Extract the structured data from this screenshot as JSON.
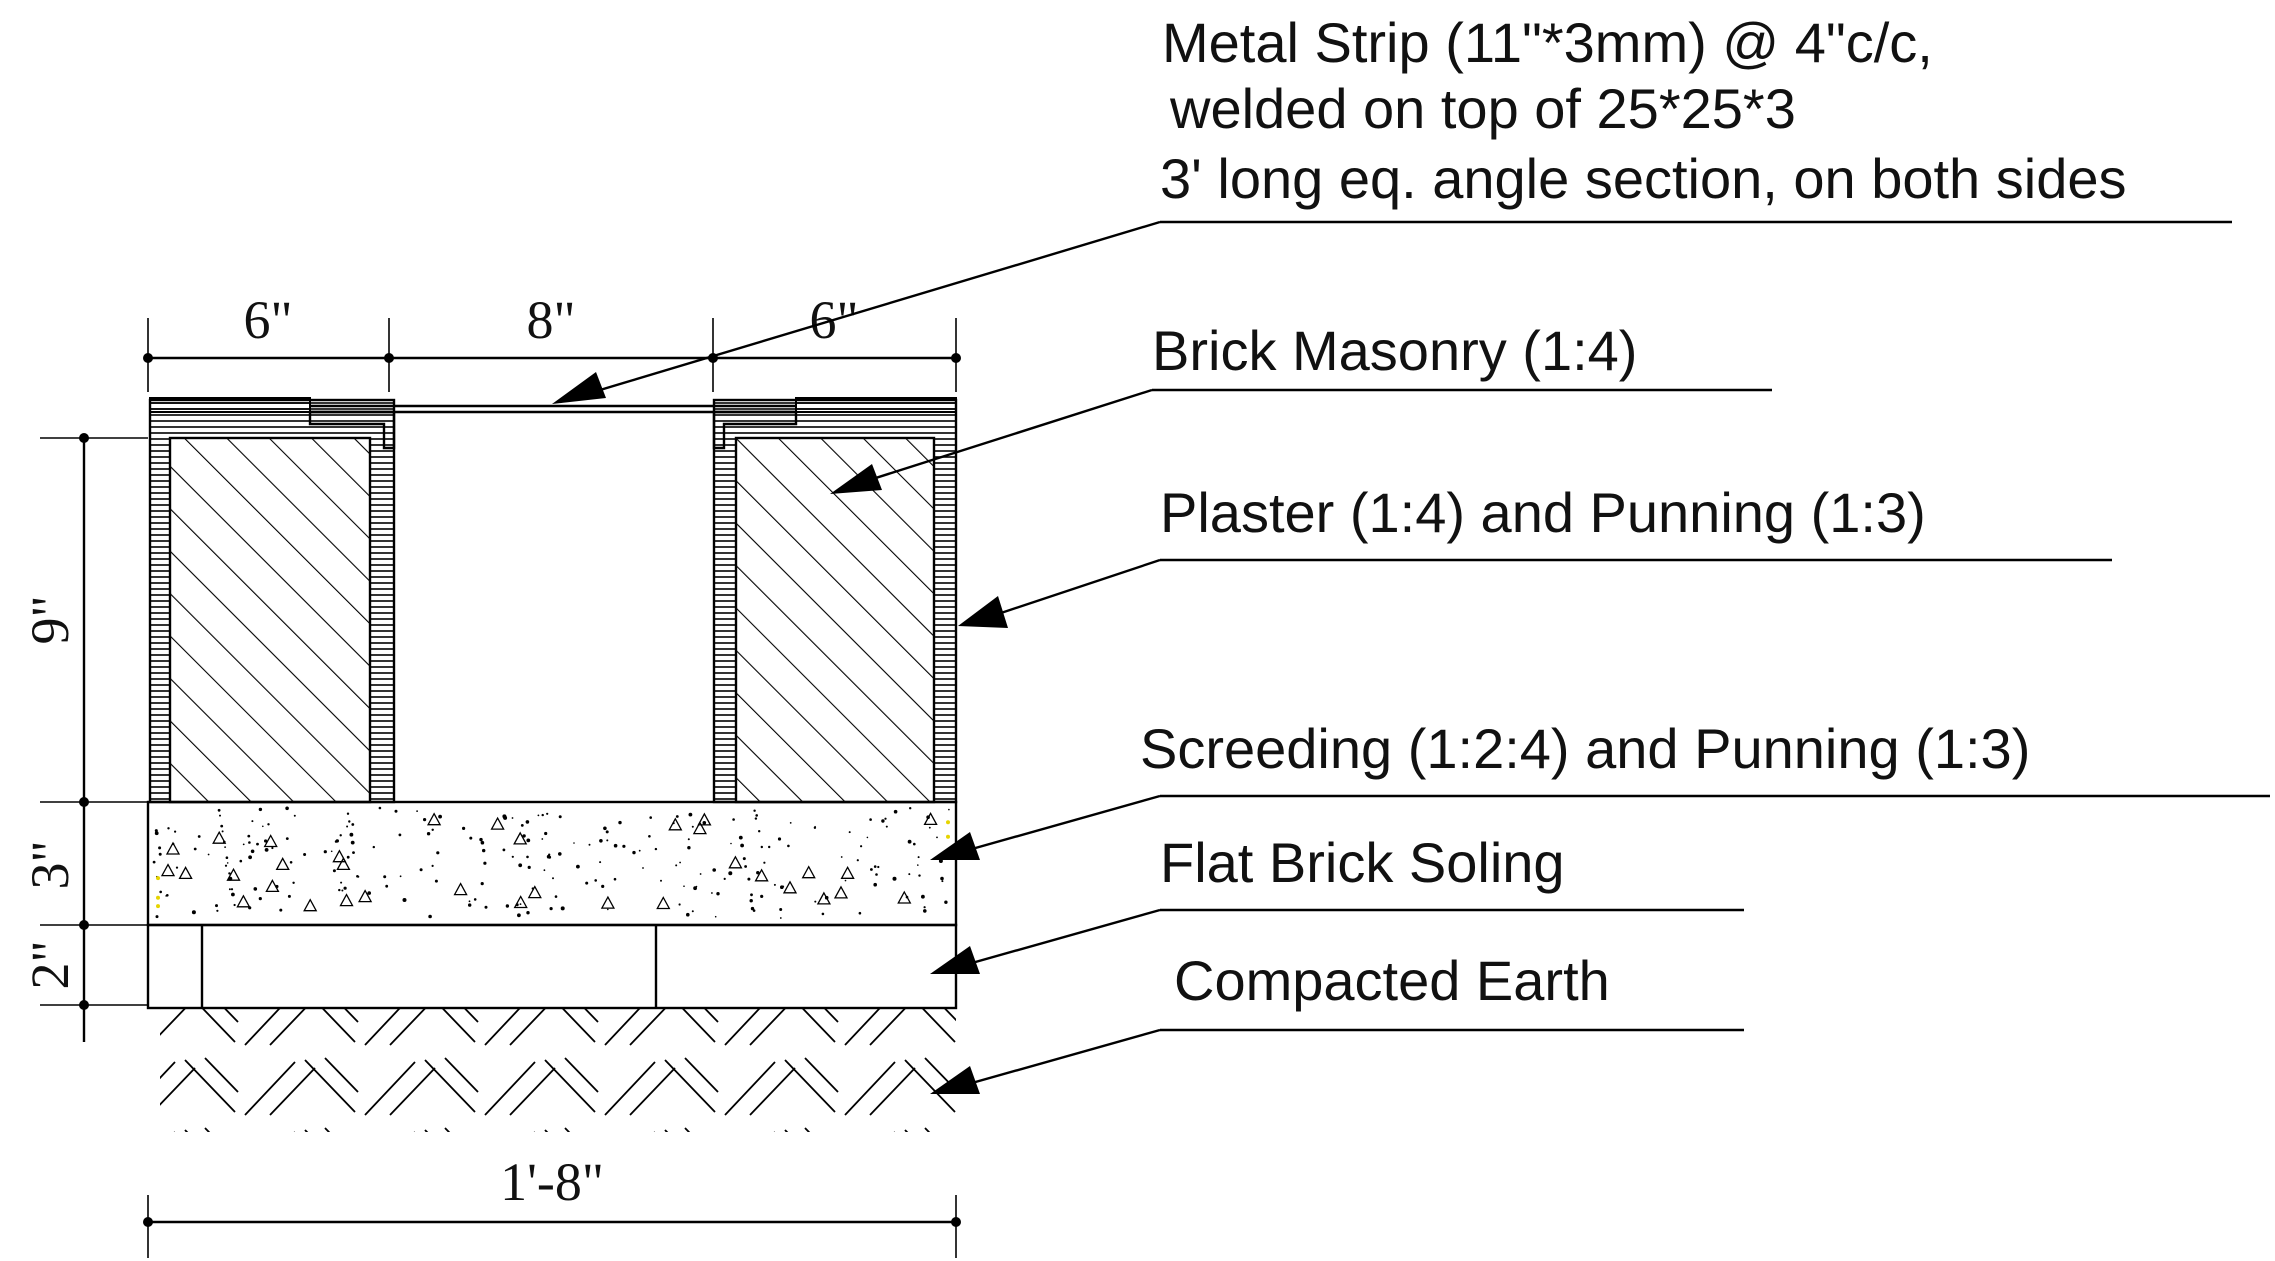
{
  "labels": {
    "metal_strip": {
      "line1": "Metal Strip (11\"*3mm) @ 4\"c/c,",
      "line2": "welded on top of 25*25*3",
      "line3": "3' long eq. angle section, on both sides"
    },
    "brick_masonry": "Brick Masonry (1:4)",
    "plaster": "Plaster (1:4) and Punning (1:3)",
    "screeding": "Screeding (1:2:4) and Punning (1:3)",
    "flat_brick_soling": "Flat Brick Soling",
    "compacted_earth": "Compacted Earth"
  },
  "dimensions": {
    "top_left": "6\"",
    "top_middle": "8\"",
    "top_right": "6\"",
    "height_wall": "9\"",
    "height_screed": "3\"",
    "height_soling": "2\"",
    "bottom_total": "1'-8\""
  },
  "colors": {
    "line": "#000000",
    "background": "#ffffff",
    "accent_dots": "#e6d400"
  }
}
